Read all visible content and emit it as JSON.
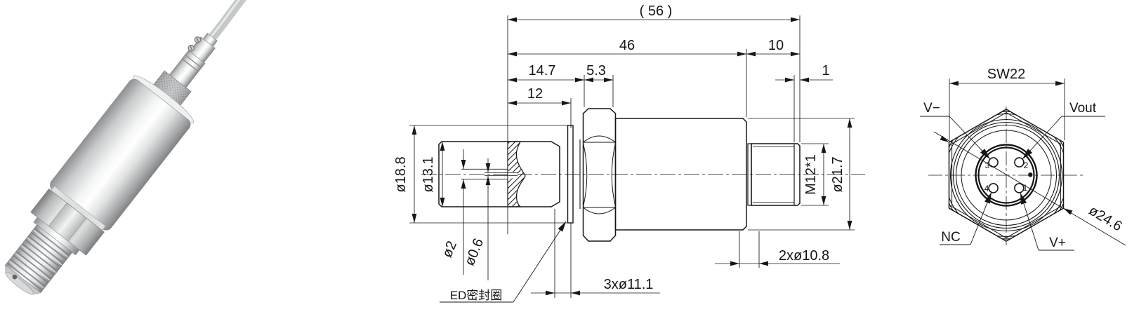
{
  "side_view": {
    "dims": {
      "overall": "( 56 )",
      "body_len": "46",
      "conn_len": "10",
      "port_len": "14.7",
      "hex_w": "5.3",
      "thread_len": "12",
      "groove": "1",
      "dia_outer": "ø18.8",
      "dia_port": "ø13.1",
      "dia_hole": "ø2",
      "dia_hole_small": "ø0.6",
      "conn_thread": "M12*1",
      "dia_body": "ø21.7",
      "holes_conn": "2xø10.8",
      "holes_port": "3xø11.1"
    },
    "seal_label": "ED密封圈"
  },
  "end_view": {
    "wrench": "SW22",
    "dia_hex": "ø24.6",
    "labels": {
      "v_minus": "V−",
      "v_out": "Vout",
      "nc": "NC",
      "v_plus": "V+"
    },
    "pins": {
      "p1": "1",
      "p2": "2",
      "p3": "3",
      "p4": "4"
    }
  },
  "colors": {
    "line": "#161616",
    "metal_light": "#f2f3f3",
    "metal_dark": "#8e9093"
  }
}
